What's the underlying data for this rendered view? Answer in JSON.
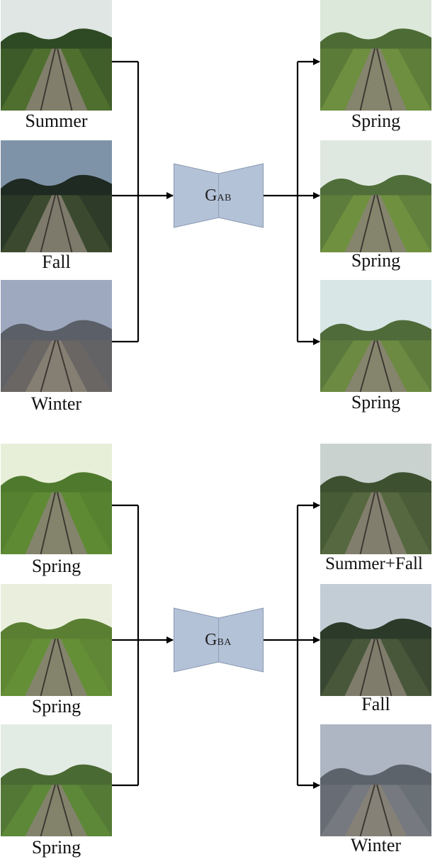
{
  "top": {
    "inputs": [
      {
        "label": "Summer",
        "sky": "#dfe6e3",
        "hill": "#2e4a24",
        "ground": "#4f6f2f"
      },
      {
        "label": "Fall",
        "sky": "#7f93a8",
        "hill": "#1e2a22",
        "ground": "#3b4a2e"
      },
      {
        "label": "Winter",
        "sky": "#9ea9bf",
        "hill": "#5a5f68",
        "ground": "#6a6664"
      }
    ],
    "generator": {
      "letter": "G",
      "sub": "AB"
    },
    "outputs": [
      {
        "label": "Spring",
        "sky": "#dce8da",
        "hill": "#4d6b35",
        "ground": "#6d8f3f"
      },
      {
        "label": "Spring",
        "sky": "#dfe8e0",
        "hill": "#4f6e3a",
        "ground": "#6f913f"
      },
      {
        "label": "Spring",
        "sky": "#d8e6e6",
        "hill": "#506b3a",
        "ground": "#6c8a41"
      }
    ]
  },
  "bottom": {
    "inputs": [
      {
        "label": "Spring",
        "sky": "#e8efd8",
        "hill": "#4f7a2e",
        "ground": "#5e8a33"
      },
      {
        "label": "Spring",
        "sky": "#e9efdc",
        "hill": "#5b7f32",
        "ground": "#648f37"
      },
      {
        "label": "Spring",
        "sky": "#e3ebe5",
        "hill": "#4a6a33",
        "ground": "#5d8838"
      }
    ],
    "generator": {
      "letter": "G",
      "sub": "BA"
    },
    "outputs": [
      {
        "label": "Summer+Fall",
        "sky": "#c9d2cf",
        "hill": "#3d5030",
        "ground": "#56683f"
      },
      {
        "label": "Fall",
        "sky": "#c2cdd6",
        "hill": "#2c3a2a",
        "ground": "#48573a"
      },
      {
        "label": "Winter",
        "sky": "#aeb6c3",
        "hill": "#5c636b",
        "ground": "#767a80"
      }
    ]
  },
  "colors": {
    "generator_fill": "#b4c2d8",
    "generator_stroke": "#8898b0",
    "arrow": "#000000"
  }
}
